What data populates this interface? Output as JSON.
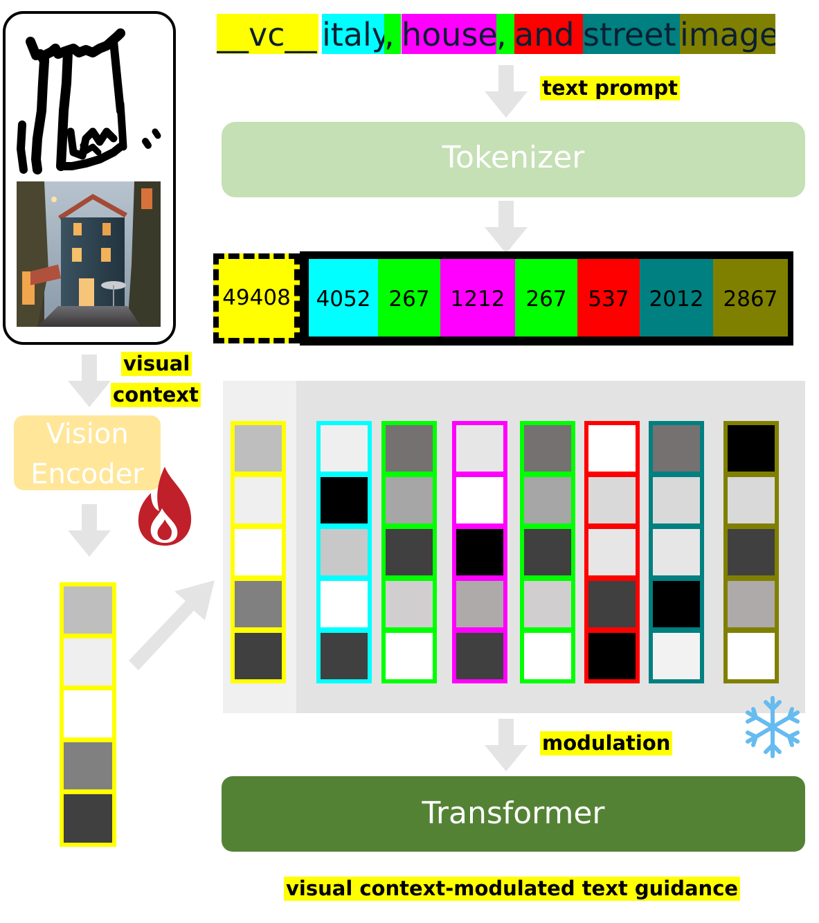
{
  "prompt": {
    "segments": [
      {
        "text": "__vc__",
        "color": "#ffff00"
      },
      {
        "text": "italy",
        "color": "#00ffff"
      },
      {
        "text": ",",
        "color": "#00ff00"
      },
      {
        "text": "house",
        "color": "#ff00ff"
      },
      {
        "text": ",",
        "color": "#00ff00"
      },
      {
        "text": "and",
        "color": "#ff0000"
      },
      {
        "text": "street",
        "color": "#008080"
      },
      {
        "text": "image",
        "color": "#808000"
      }
    ]
  },
  "labels": {
    "text_prompt": "text prompt",
    "tokenizer": "Tokenizer",
    "visual_context_line1": "visual",
    "visual_context_line2": "context",
    "vision_encoder_line1": "Vision",
    "vision_encoder_line2": "Encoder",
    "modulation": "modulation",
    "transformer": "Transformer",
    "caption": "visual context-modulated text guidance"
  },
  "tokens": {
    "special": {
      "id": "49408",
      "color": "#ffff00"
    },
    "ids": [
      {
        "id": "4052",
        "color": "#00ffff"
      },
      {
        "id": "267",
        "color": "#00ff00"
      },
      {
        "id": "1212",
        "color": "#ff00ff"
      },
      {
        "id": "267",
        "color": "#00ff00"
      },
      {
        "id": "537",
        "color": "#ff0000"
      },
      {
        "id": "2012",
        "color": "#008080"
      },
      {
        "id": "2867",
        "color": "#808000"
      }
    ]
  },
  "embeddings": {
    "visual": {
      "border": "#ffff00",
      "shades": [
        "#bebebe",
        "#efefef",
        "#ffffff",
        "#808080",
        "#404040"
      ]
    },
    "text_columns": [
      {
        "border": "#00ffff",
        "shades": [
          "#efefef",
          "#000000",
          "#c8c8c8",
          "#ffffff",
          "#404040"
        ]
      },
      {
        "border": "#00ff00",
        "shades": [
          "#757171",
          "#a6a6a6",
          "#404040",
          "#d0cece",
          "#ffffff"
        ]
      },
      {
        "border": "#ff00ff",
        "shades": [
          "#e7e6e6",
          "#ffffff",
          "#000000",
          "#aeaaaa",
          "#404040"
        ]
      },
      {
        "border": "#00ff00",
        "shades": [
          "#757171",
          "#a6a6a6",
          "#404040",
          "#d0cece",
          "#ffffff"
        ]
      },
      {
        "border": "#ff0000",
        "shades": [
          "#ffffff",
          "#d9d9d9",
          "#e7e6e6",
          "#404040",
          "#000000"
        ]
      },
      {
        "border": "#008080",
        "shades": [
          "#757171",
          "#d9d9d9",
          "#e7e6e6",
          "#000000",
          "#f2f2f2"
        ]
      },
      {
        "border": "#808000",
        "shades": [
          "#000000",
          "#d9d9d9",
          "#404040",
          "#aeaaaa",
          "#ffffff"
        ]
      }
    ]
  },
  "colors": {
    "tokenizer": "#c5e0b4",
    "transformer": "#548235",
    "vision_encoder": "#ffe699",
    "arrow": "#e4e4e4",
    "panel": "#e3e3e3",
    "panel_visual": "#f0f0f0",
    "fire": "#c0202a",
    "snowflake": "#66bbf0"
  },
  "icons": {
    "fire": "fire-icon",
    "snowflake": "snowflake-icon"
  }
}
